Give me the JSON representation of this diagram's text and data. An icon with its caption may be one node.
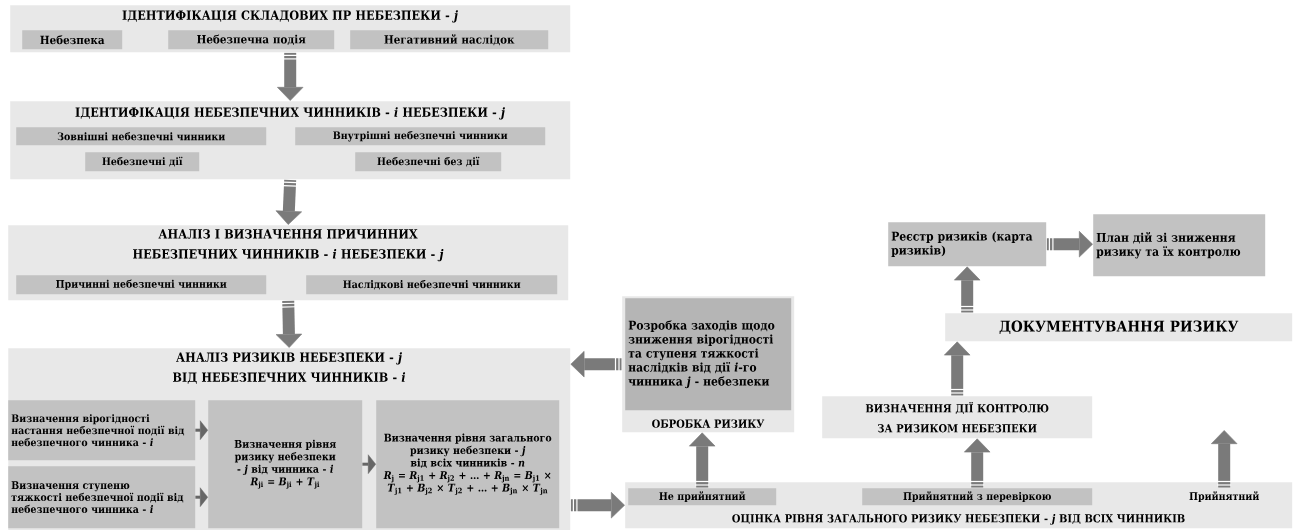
{
  "diagram": {
    "nodes": [
      {
        "text": [
          "ІДЕНТИФІКАЦІЯ СКЛАДОВИХ ПР НЕБЕЗПЕКИ - *j*"
        ]
      },
      {
        "text": [
          "Небезпека"
        ],
        "in": 0
      },
      {
        "text": [
          "Небезпечна подія"
        ],
        "in": 0
      },
      {
        "text": [
          "Негативний наслідок"
        ],
        "in": 0
      },
      {
        "text": [
          "ІДЕНТИФІКАЦІЯ НЕБЕЗПЕЧНИХ ЧИННИКІВ - *i* НЕБЕЗПЕКИ - *j*"
        ]
      },
      {
        "text": [
          "Зовнішні небезпечні чинники"
        ],
        "in": 4
      },
      {
        "text": [
          "Внутрішні небезпечні чинники"
        ],
        "in": 4
      },
      {
        "text": [
          "Небезпечні дії"
        ],
        "in": 4
      },
      {
        "text": [
          "Небезпечні без дії"
        ],
        "in": 4
      },
      {
        "text": [
          "АНАЛІЗ І ВИЗНАЧЕННЯ ПРИЧИННИХ НЕБЕЗПЕЧНИХ ЧИННИКІВ - *i* НЕБЕЗПЕКИ - *j*"
        ]
      },
      {
        "text": [
          "Причинні небезпечні чинники"
        ],
        "in": 9
      },
      {
        "text": [
          "Наслідкові небезпечні чинники"
        ],
        "in": 9
      },
      {
        "text": [
          "АНАЛІЗ РИЗИКІВ НЕБЕЗПЕКИ - *j* ВІД НЕБЕЗПЕЧНИХ ЧИННИКІВ - *i*"
        ]
      },
      {
        "text": [
          "Визначення вірогідності настання небезпечної події від небезпечного чинника - *i*"
        ],
        "in": 12
      },
      {
        "text": [
          "Визначення ступеню тяжкості небезпечної події від небезпечного чинника - *i*"
        ],
        "in": 12
      },
      {
        "text": [
          "Визначення рівня ризику небезпеки - *j* від чинника - *i*",
          "*R*$_{ji}$ = *B*$_{ji}$ + *T*$_{ji}$"
        ],
        "in": 12
      },
      {
        "text": [
          "Визначення рівня загального ризику небезпеки - *j* від всіх чинників - *n*",
          "*R*$_{j}$ = *R*$_{j1}$ + *R*$_{j2}$ + … + *R*$_{jn}$ = *B*$_{j1}$ × *T*$_{j1}$ + *B*$_{j2}$ × *T*$_{j2}$ + … + *B*$_{jn}$ × *T*$_{jn}$"
        ],
        "in": 12
      },
      {
        "text": [
          "ОЦІНКА РІВНЯ ЗАГАЛЬНОГО РИЗИКУ НЕБЕЗПЕКИ - *j* ВІД ВСІХ ЧИННИКІВ"
        ]
      },
      {
        "text": [
          "Не прийнятний"
        ],
        "in": 17
      },
      {
        "text": [
          "Прийнятний з перевіркою"
        ],
        "in": 17
      },
      {
        "text": [
          "Прийнятний"
        ],
        "in": 17
      },
      {
        "text": [
          "ОБРОБКА РИЗИКУ"
        ]
      },
      {
        "text": [
          "Розробка заходів щодо зниження вірогідності та ступеня тяжкості наслідків від дії *i*-го чинника *j* - небезпеки"
        ],
        "in": 21
      },
      {
        "text": [
          "ВИЗНАЧЕННЯ ДІЇ КОНТРОЛЮ ЗА РИЗИКОМ НЕБЕЗПЕКИ"
        ]
      },
      {
        "text": [
          "ДОКУМЕНТУВАННЯ РИЗИКУ"
        ]
      },
      {
        "text": [
          "Реєстр ризиків (карта ризиків)"
        ]
      },
      {
        "text": [
          "План дій зі зниження ризику та їх контролю"
        ]
      }
    ],
    "edges": [
      {
        "from": 0,
        "to": 4,
        "arrow": "to"
      },
      {
        "from": 4,
        "to": 9,
        "arrow": "to"
      },
      {
        "from": 9,
        "to": 12,
        "arrow": "to"
      },
      {
        "from": 13,
        "to": 15,
        "arrow": "to"
      },
      {
        "from": 14,
        "to": 15,
        "arrow": "to"
      },
      {
        "from": 15,
        "to": 16,
        "arrow": "to"
      },
      {
        "from": 12,
        "to": 17,
        "arrow": "to"
      },
      {
        "from": 18,
        "to": 21,
        "arrow": "to"
      },
      {
        "from": 21,
        "to": 12,
        "arrow": "to"
      },
      {
        "from": 19,
        "to": 23,
        "arrow": "to"
      },
      {
        "from": 23,
        "to": 24,
        "arrow": "to"
      },
      {
        "from": 24,
        "to": 25,
        "arrow": "to"
      },
      {
        "from": 25,
        "to": 26,
        "arrow": "to"
      },
      {
        "from": 20,
        "to": null,
        "arrow": "to"
      }
    ]
  }
}
